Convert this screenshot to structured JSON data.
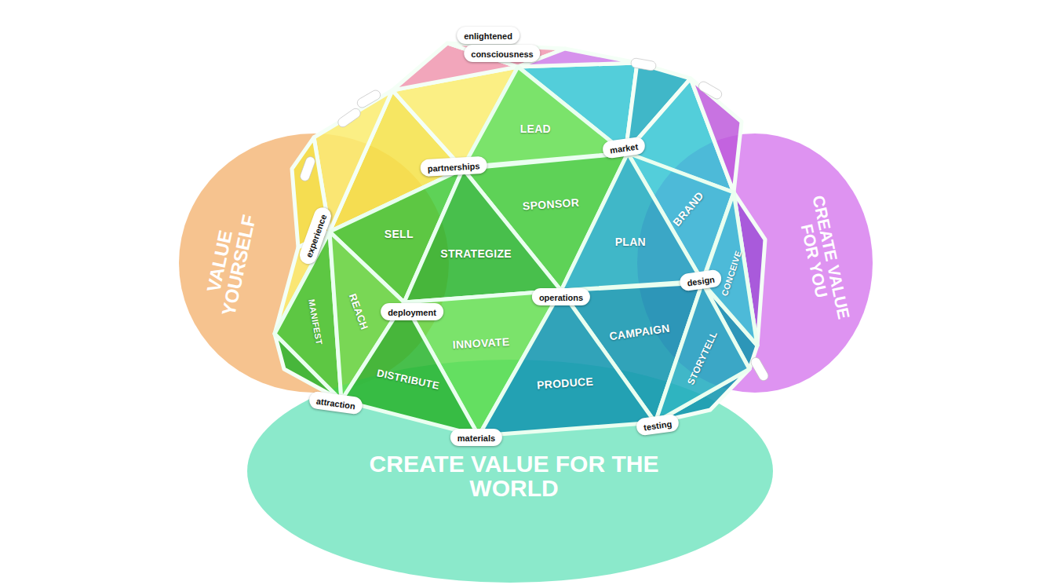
{
  "diagram": {
    "nodes": [
      {
        "text": [
          "enlightened"
        ]
      },
      {
        "text": [
          "consciousness"
        ]
      },
      {
        "text": [
          "LEAD"
        ]
      },
      {
        "text": [
          "partnerships"
        ]
      },
      {
        "text": [
          "market"
        ]
      },
      {
        "text": [
          "SPONSOR"
        ]
      },
      {
        "text": [
          "BRAND"
        ]
      },
      {
        "text": [
          "VALUE YOURSELF"
        ]
      },
      {
        "text": [
          "CREATE VALUE FOR YOU"
        ]
      },
      {
        "text": [
          "SELL"
        ]
      },
      {
        "text": [
          "STRATEGIZE"
        ]
      },
      {
        "text": [
          "PLAN"
        ]
      },
      {
        "text": [
          "experience"
        ]
      },
      {
        "text": [
          "CONCEIVE"
        ]
      },
      {
        "text": [
          "MANIFEST"
        ]
      },
      {
        "text": [
          "REACH"
        ]
      },
      {
        "text": [
          "deployment"
        ]
      },
      {
        "text": [
          "operations"
        ]
      },
      {
        "text": [
          "design"
        ]
      },
      {
        "text": [
          "CAMPAIGN"
        ]
      },
      {
        "text": [
          "INNOVATE"
        ]
      },
      {
        "text": [
          "STORYTELL"
        ]
      },
      {
        "text": [
          "PRODUCE"
        ]
      },
      {
        "text": [
          "DISTRIBUTE"
        ]
      },
      {
        "text": [
          "attraction"
        ]
      },
      {
        "text": [
          "testing"
        ]
      },
      {
        "text": [
          "materials"
        ]
      },
      {
        "text": [
          "CREATE VALUE FOR THE WORLD"
        ]
      }
    ]
  }
}
